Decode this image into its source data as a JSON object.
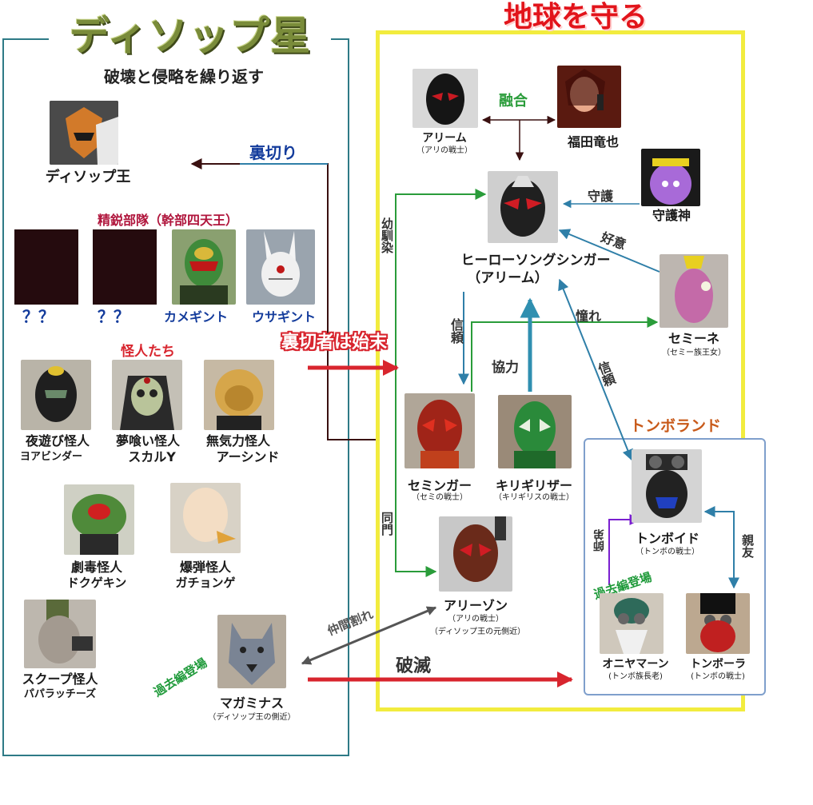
{
  "titles": {
    "left": "ディソップ星",
    "right": "地球を守る",
    "left_subtitle": "破壊と侵略を繰り返す"
  },
  "sections": {
    "elite": "精鋭部隊（幹部四天王）",
    "monsters": "怪人たち",
    "tombo_land": "トンボランド"
  },
  "left_side": {
    "king": "ディソップ王",
    "elite_unknown_1": "？？",
    "elite_unknown_2": "？？",
    "kamegint": "カメギント",
    "usagint": "ウサギント",
    "monster_1_title": "夜遊び怪人",
    "monster_1_name": "ヨアビンダー",
    "monster_2_title": "夢喰い怪人",
    "monster_2_name": "スカルY",
    "monster_3_title": "無気力怪人",
    "monster_3_name": "アーシンド",
    "monster_4_title": "劇毒怪人",
    "monster_4_name": "ドクゲキン",
    "monster_5_title": "爆弾怪人",
    "monster_5_name": "ガチョンゲ",
    "monster_6_title": "スクープ怪人",
    "monster_6_name": "パパラッチーズ",
    "magaminas": "マガミナス",
    "magaminas_note": "（ディソップ王の側近）"
  },
  "right_side": {
    "ariimu": "アリーム",
    "ariimu_note": "（アリの戦士）",
    "fukuda": "福田竜也",
    "guardian": "守護神",
    "hero_line1": "ヒーローソングシンガー",
    "hero_line2": "（アリーム）",
    "semine": "セミーネ",
    "semine_note": "（セミー族王女）",
    "seminger": "セミンガー",
    "seminger_note": "（セミの戦士）",
    "kirigiri": "キリギリザー",
    "kirigiri_note": "（キリギリスの戦士）",
    "arizon": "アリーゾン",
    "arizon_note1": "（アリの戦士）",
    "arizon_note2": "（ディソップ王の元側近）",
    "tomboid": "トンボイド",
    "tomboid_note": "（トンボの戦士）",
    "oniyaman": "オニヤマーン",
    "oniyaman_note": "(トンボ族長老)",
    "tombora": "トンボーラ",
    "tombora_note": "(トンボの戦士)"
  },
  "relations": {
    "fusion": "融合",
    "protect": "守護",
    "favor": "好意",
    "admire": "憧れ",
    "trust_1": "信頼",
    "trust_2": "信頼",
    "cooperate": "協力",
    "childhood": "幼馴染",
    "same_school": "同門",
    "master": "師弟",
    "best_friend": "親友",
    "betrayal": "裏切り",
    "punish": "裏切者は始末",
    "split": "仲間割れ",
    "destroy": "破滅"
  },
  "badges": {
    "past_1": "過去編登場",
    "past_2": "過去編登場"
  },
  "colors": {
    "red": "#d8252e",
    "green": "#2a9c3a",
    "blue": "#2f7fa8",
    "purple": "#7a1fd0",
    "dark": "#3a1010",
    "frame_left": "#2e7a86",
    "frame_right": "#f2ec3e"
  }
}
